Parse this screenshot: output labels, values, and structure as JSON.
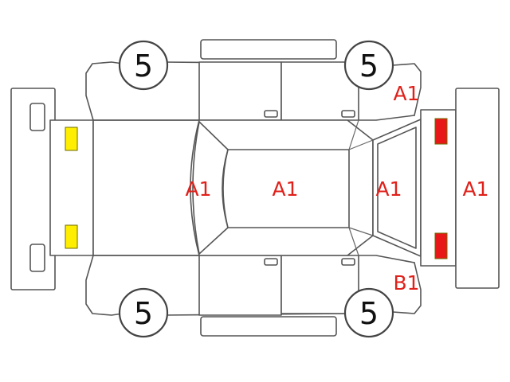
{
  "colors": {
    "outline": "#555555",
    "damage_code": "#e0201a",
    "front_lamp": "#ffee00",
    "rear_lamp": "#e81818"
  },
  "tyres": {
    "front_left": "5",
    "rear_left": "5",
    "front_right": "5",
    "rear_right": "5"
  },
  "damage_codes": {
    "rear_door_top": "A1",
    "left_fender_side": "A1",
    "roof": "A1",
    "rear_window": "A1",
    "rear_bumper": "A1",
    "rear_door_bottom": "B1"
  },
  "lamps": {
    "front": [
      "yellow-lamp",
      "yellow-lamp"
    ],
    "rear": [
      "red-lamp",
      "red-lamp"
    ]
  }
}
